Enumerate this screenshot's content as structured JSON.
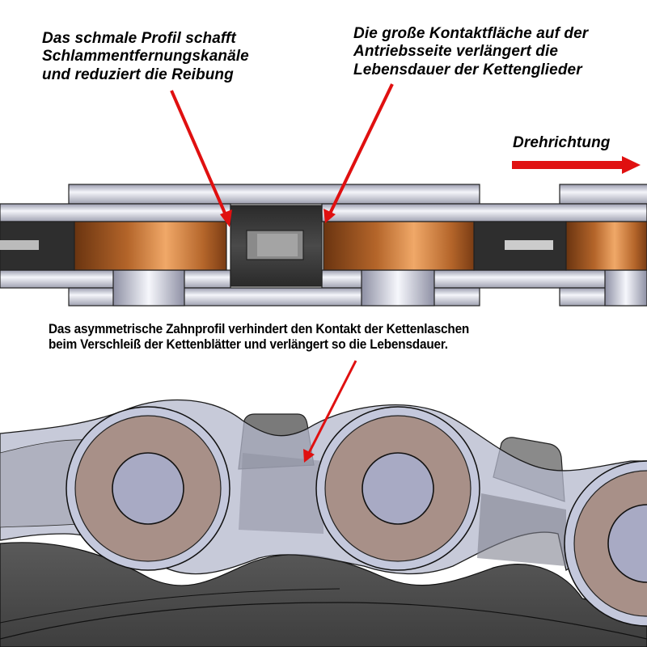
{
  "annotations": {
    "narrow_profile": {
      "lines": [
        "Das schmale Profil schafft",
        "Schlammentfernungskanäle",
        "und reduziert die Reibung"
      ]
    },
    "contact_surface": {
      "lines": [
        "Die große Kontaktfläche auf der",
        "Antriebsseite verlängert die",
        "Lebensdauer der Kettenglieder"
      ]
    },
    "rotation_direction": {
      "label": "Drehrichtung"
    },
    "asymmetric_tooth": {
      "lines": [
        "Das asymmetrische Zahnprofil verhindert den Kontakt der Kettenlaschen",
        "beim Verschleiß der Kettenblätter und verlängert so die Lebensdauer."
      ]
    }
  },
  "colors": {
    "arrow": "#e01010",
    "roller_copper": "#b4652a",
    "roller_highlight": "#f0a868",
    "plate_silver": "#c8cad4",
    "tooth_dark": "#3a3a3a",
    "roller_face": "#a89088",
    "pin_face": "#a8aac4",
    "sprocket_body": "#555555"
  }
}
